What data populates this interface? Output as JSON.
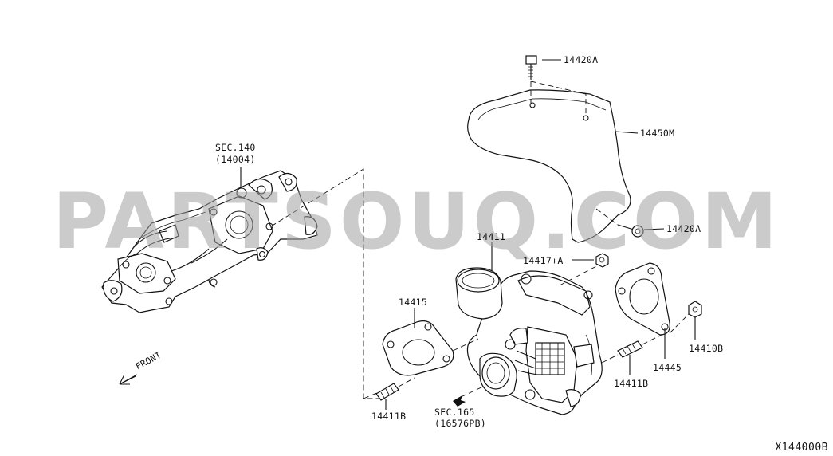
{
  "diagram_ref": "X144000B",
  "watermark": "PARTSOUQ.COM",
  "front_label": "FRONT",
  "callouts": {
    "sec140_a": "SEC.140",
    "sec140_b": "(14004)",
    "p14420A_top": "14420A",
    "p14450M": "14450M",
    "p14420A_right": "14420A",
    "p14411": "14411",
    "p14417A": "14417+A",
    "p14415": "14415",
    "p14410B": "14410B",
    "p14445": "14445",
    "p14411B_right": "14411B",
    "p14411B_left": "14411B",
    "sec165_a": "SEC.165",
    "sec165_b": "(16576PB)"
  }
}
